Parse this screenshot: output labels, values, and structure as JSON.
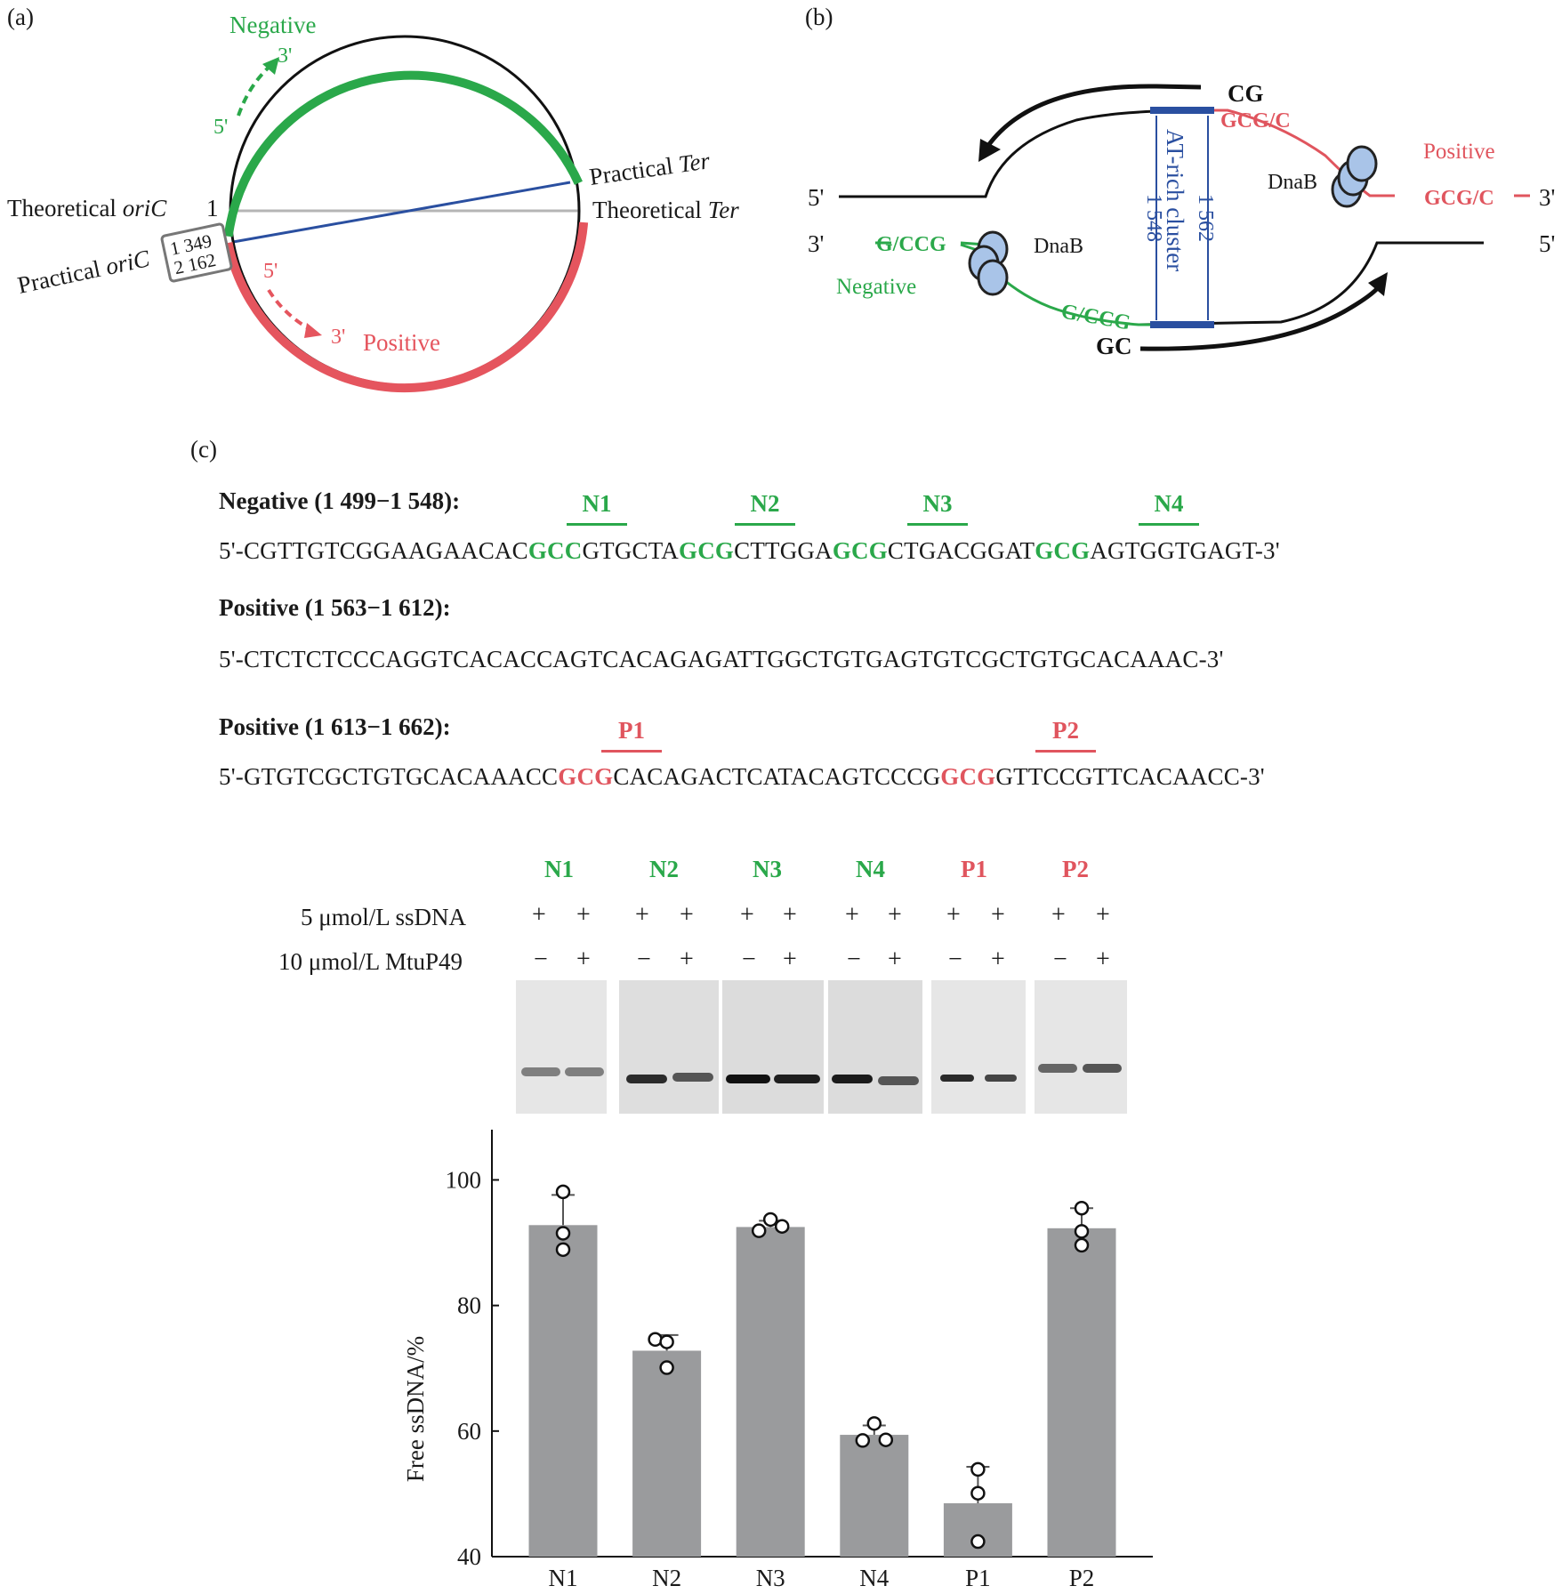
{
  "panels": {
    "a": "(a)",
    "b": "(b)",
    "c": "(c)"
  },
  "colors": {
    "negative": "#2aa84a",
    "positive": "#e0555e",
    "at_rich": "#2a4fa0",
    "grey": "#9a9b9d",
    "dnab": "#a9c4e8"
  },
  "panel_a": {
    "negative": "Negative",
    "positive": "Positive",
    "three_prime": "3'",
    "five_prime": "5'",
    "theoretical_oric_prefix": "Theoretical ",
    "theoretical_oric_italic": "oriC",
    "practical_oric_prefix": "Practical ",
    "practical_oric_italic": "oriC",
    "theoretical_ter_prefix": "Theoretical ",
    "theoretical_ter_italic": "Ter",
    "practical_ter_prefix": "Practical ",
    "practical_ter_italic": "Ter",
    "position_one": "1",
    "box_line1": "1 349",
    "box_line2": "2 162"
  },
  "panel_b": {
    "five_prime": "5'",
    "three_prime": "3'",
    "cg": "CG",
    "gc": "GC",
    "gcg_c": "GCG/C",
    "g_ccg": "G/CCG",
    "dnab": "DnaB",
    "positive": "Positive",
    "negative": "Negative",
    "at_rich": "AT-rich cluster",
    "pos_1562": "1 562",
    "pos_1548": "1 548"
  },
  "panel_c": {
    "negative_header": "Negative (1 499−1 548):",
    "negative_seq": {
      "s0": "5'-CGTTGTCGGAAGAACAC",
      "m1": "GCC",
      "s1": "GTGCTA",
      "m2": "GCG",
      "s2": "CTTGGA",
      "m3": "GCG",
      "s3": "CTGACGGAT",
      "m4": "GCG",
      "s4": "AGTGGTGAGT-3'"
    },
    "negative_marks": [
      "N1",
      "N2",
      "N3",
      "N4"
    ],
    "positive_header_1": "Positive (1 563−1 612):",
    "positive_seq_1": "5'-CTCTCTCCCAGGTCACACCAGTCACAGAGATTGGCTGTGAGTGTCGCTGTGCACAAAC-3'",
    "positive_header_2": "Positive (1 613−1 662):",
    "positive_seq_2": {
      "s0": "5'-GTGTCGCTGTGCACAAACC",
      "m1": "GCG",
      "s1": "CACAGACTCATACAGTCCCG",
      "m2": "GCG",
      "s2": "GTTCCGTTCACAACC-3'"
    },
    "positive_marks": [
      "P1",
      "P2"
    ]
  },
  "gel": {
    "lanes": [
      "N1",
      "N2",
      "N3",
      "N4",
      "P1",
      "P2"
    ],
    "row1_label": "5 μmol/L ssDNA",
    "row2_label": "10 μmol/L MtuP49",
    "plus": "+",
    "minus": "−"
  },
  "chart_data": {
    "type": "bar",
    "categories": [
      "N1",
      "N2",
      "N3",
      "N4",
      "P1",
      "P2"
    ],
    "values": [
      92.8,
      72.8,
      92.5,
      59.4,
      48.5,
      92.3
    ],
    "errors": [
      4.8,
      2.5,
      1.0,
      1.5,
      5.8,
      3.2
    ],
    "points": [
      [
        98.1,
        91.5,
        88.9
      ],
      [
        74.6,
        74.2,
        70.1
      ],
      [
        91.9,
        93.7,
        92.6
      ],
      [
        58.5,
        61.2,
        58.6
      ],
      [
        53.9,
        50.1,
        42.4
      ],
      [
        95.5,
        91.8,
        89.6
      ]
    ],
    "ylabel": "Free ssDNA/%",
    "ylim": [
      40,
      108
    ],
    "yticks": [
      40,
      60,
      80,
      100
    ],
    "bar_color": "#9a9b9d"
  }
}
